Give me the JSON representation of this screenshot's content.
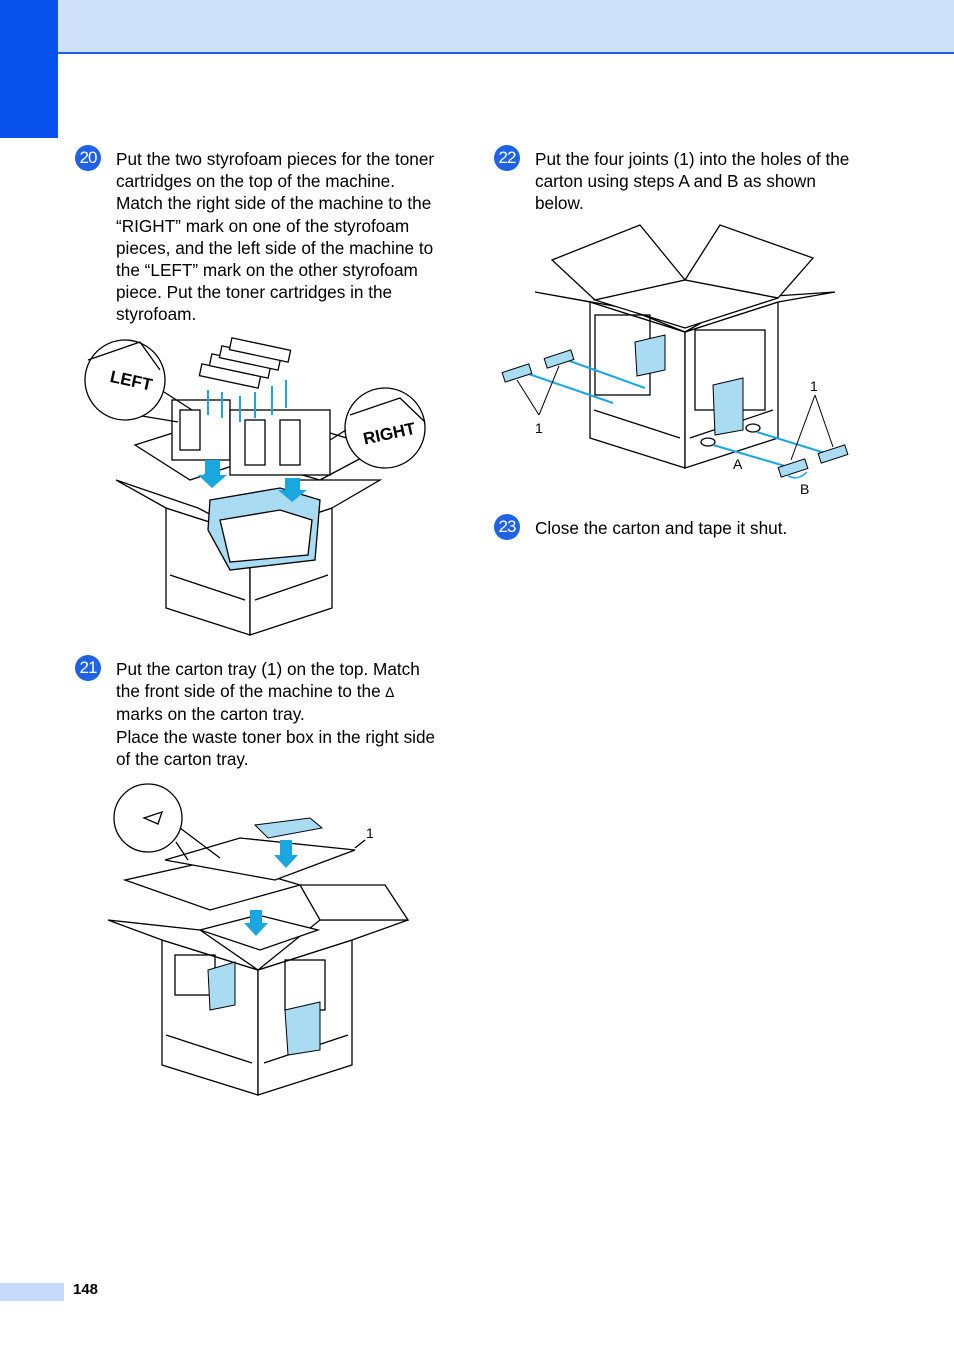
{
  "page": {
    "number": "148"
  },
  "steps": [
    {
      "num": "20",
      "text": "Put the two styrofoam pieces for the toner cartridges on the top of the machine. Match the right side of the machine to the “RIGHT” mark on one of the styrofoam pieces, and the left side of the machine to the “LEFT” mark on the other styrofoam piece. Put the toner cartridges in the styrofoam."
    },
    {
      "num": "21",
      "text_line1": "Put the carton tray (1) on the top. Match the front side of the machine to the",
      "text_mark": "∆",
      "text_line1_end": "marks on the carton tray.",
      "text_line2": "Place the waste toner box in the right side of the carton tray."
    },
    {
      "num": "22",
      "text": "Put the four joints (1) into the holes of the carton using steps A and B as shown below."
    },
    {
      "num": "23",
      "text": "Close the carton and tape it shut."
    }
  ],
  "figures": {
    "fig20": {
      "left_label": "LEFT",
      "right_label": "RIGHT"
    },
    "fig21": {
      "callout": "1"
    },
    "fig22": {
      "callout_left": "1",
      "callout_right": "1",
      "label_a": "A",
      "label_b": "B"
    }
  },
  "colors": {
    "accent": "#1f62e6",
    "header": "#cfe0fb",
    "tab": "#0a52ee",
    "highlight": "#a9dcf2",
    "arrow": "#1aa7e0"
  }
}
